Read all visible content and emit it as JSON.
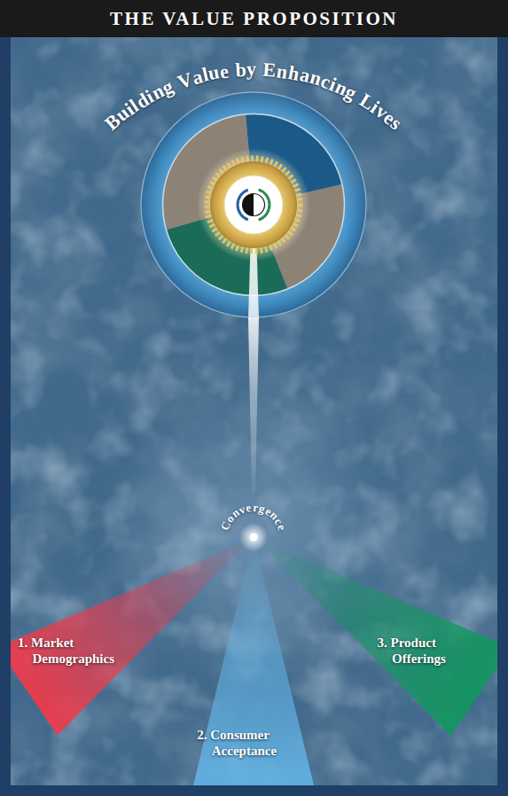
{
  "diagram": {
    "title": "THE VALUE PROPOSITION",
    "nodes": [
      {
        "text": [
          "Building Value by Enhancing Lives"
        ]
      },
      {
        "text": [
          "Convergence"
        ]
      },
      {
        "text": [
          "1. Market Demographics"
        ]
      },
      {
        "text": [
          "2. Consumer Acceptance"
        ]
      },
      {
        "text": [
          "3. Product Offerings"
        ]
      }
    ],
    "edges": [
      {
        "from": 2,
        "to": 1,
        "arrow": "none"
      },
      {
        "from": 3,
        "to": 1,
        "arrow": "none"
      },
      {
        "from": 4,
        "to": 1,
        "arrow": "none"
      },
      {
        "from": 1,
        "to": 0,
        "arrow": "none"
      }
    ]
  }
}
